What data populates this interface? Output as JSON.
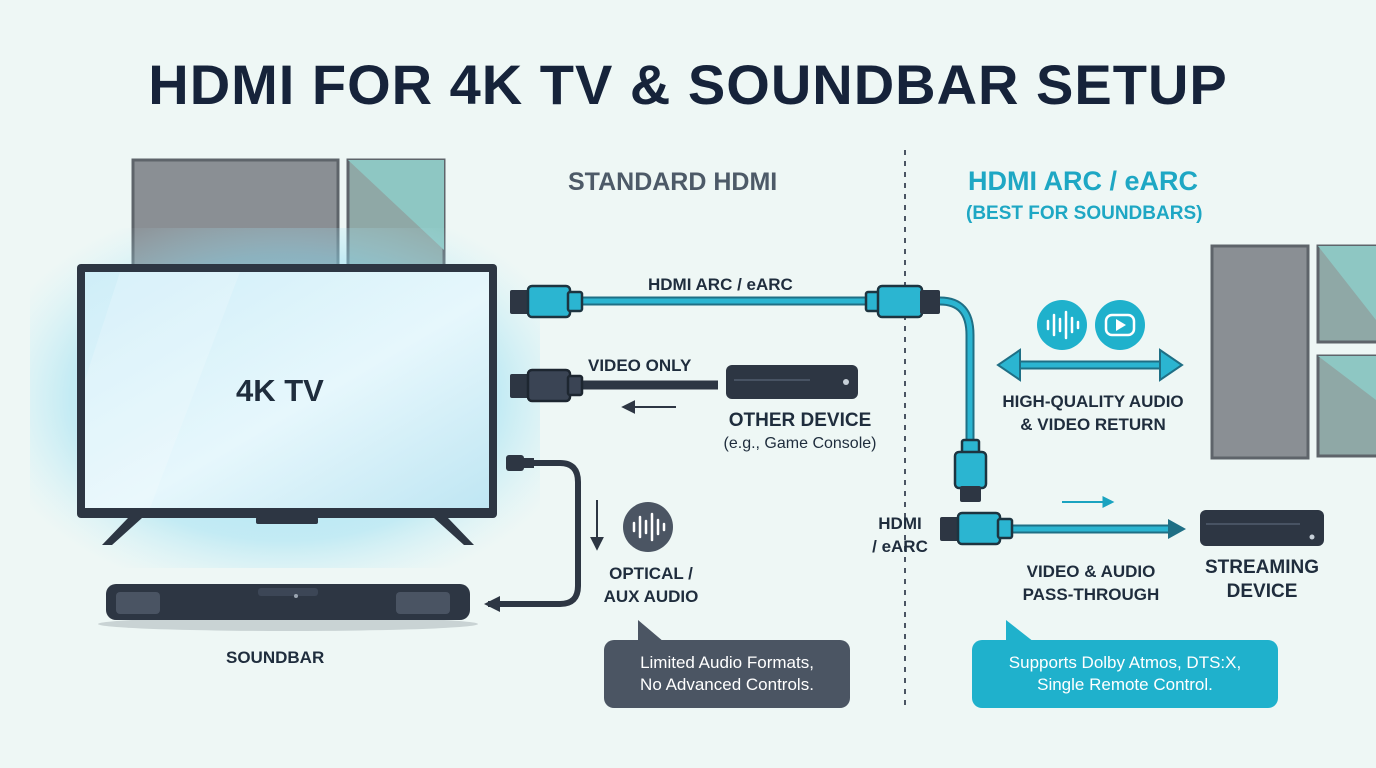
{
  "title": "HDMI FOR 4K TV & SOUNDBAR SETUP",
  "sections": {
    "standard": "STANDARD HDMI",
    "arc": "HDMI ARC / eARC",
    "arc_sub": "(BEST FOR SOUNDBARS)"
  },
  "devices": {
    "tv": "4K TV",
    "soundbar": "SOUNDBAR",
    "other_device": "OTHER DEVICE",
    "other_device_sub": "(e.g., Game Console)",
    "streaming_line1": "STREAMING",
    "streaming_line2": "DEVICE"
  },
  "connections": {
    "top_cable": "HDMI ARC / eARC",
    "video_only": "VIDEO ONLY",
    "optical_line1": "OPTICAL /",
    "optical_line2": "AUX AUDIO",
    "hdmi_line1": "HDMI",
    "hdmi_line2": "/ eARC",
    "passthrough_line1": "VIDEO & AUDIO",
    "passthrough_line2": "PASS-THROUGH",
    "return_line1": "HIGH-QUALITY AUDIO",
    "return_line2": "& VIDEO RETURN"
  },
  "notes": {
    "standard_line1": "Limited Audio Formats,",
    "standard_line2": "No Advanced Controls.",
    "arc_line1": "Supports Dolby Atmos, DTS:X,",
    "arc_line2": "Single Remote Control."
  },
  "icons": [
    "audio-wave-icon",
    "play-icon",
    "hdmi-connector-icon",
    "optical-plug-icon",
    "arrow-icon"
  ],
  "colors": {
    "accent": "#1fb1cc",
    "cable_teal": "#2bb5d1",
    "dark": "#2d3643",
    "gray_panel": "#8a9096",
    "background": "#eef7f5"
  }
}
